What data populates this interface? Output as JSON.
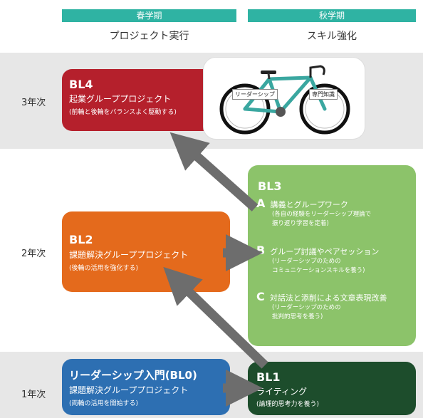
{
  "semesters": {
    "spring": {
      "label": "春学期",
      "subtitle": "プロジェクト実行"
    },
    "fall": {
      "label": "秋学期",
      "subtitle": "スキル強化"
    }
  },
  "years": {
    "y3": "3年次",
    "y2": "2年次",
    "y1": "1年次"
  },
  "bl4": {
    "title": "BL4",
    "subtitle": "起業グループプロジェクト",
    "note": "(前輪と後輪をバランスよく駆動する)",
    "color": "#b5202c"
  },
  "bike": {
    "tag_left": "リーダーシップ",
    "tag_right": "専門知識",
    "frame_color": "#3aa7a0"
  },
  "bl2": {
    "title": "BL2",
    "subtitle": "課題解決グループプロジェクト",
    "note": "(後輪の活用を強化する)",
    "color": "#e46a1c"
  },
  "bl3": {
    "title": "BL3",
    "color": "#8cc36a",
    "items": [
      {
        "letter": "A",
        "text": "講義とグループワーク",
        "note1": "(各自の経験をリーダーシップ理論で",
        "note2": "振り返り学習を定着)"
      },
      {
        "letter": "B",
        "text": "グループ討議やペアセッション",
        "note1": "(リーダーシップのための",
        "note2": "コミュニケーションスキルを養う)"
      },
      {
        "letter": "C",
        "text": "対話法と添削による文章表現改善",
        "note1": "(リーダーシップのための",
        "note2": "批判的思考を養う)"
      }
    ]
  },
  "bl0": {
    "title": "リーダーシップ入門(BL0)",
    "subtitle": "課題解決グループプロジェクト",
    "note": "(両輪の活用を開始する)",
    "color": "#2d6fb2"
  },
  "bl1": {
    "title": "BL1",
    "subtitle": "ライティング",
    "note": "(論理的思考力を養う)",
    "color": "#1d4d2c"
  },
  "colors": {
    "band": "#e7e7e7",
    "header": "#2fb3a3",
    "arrow": "#6d6d6d"
  }
}
